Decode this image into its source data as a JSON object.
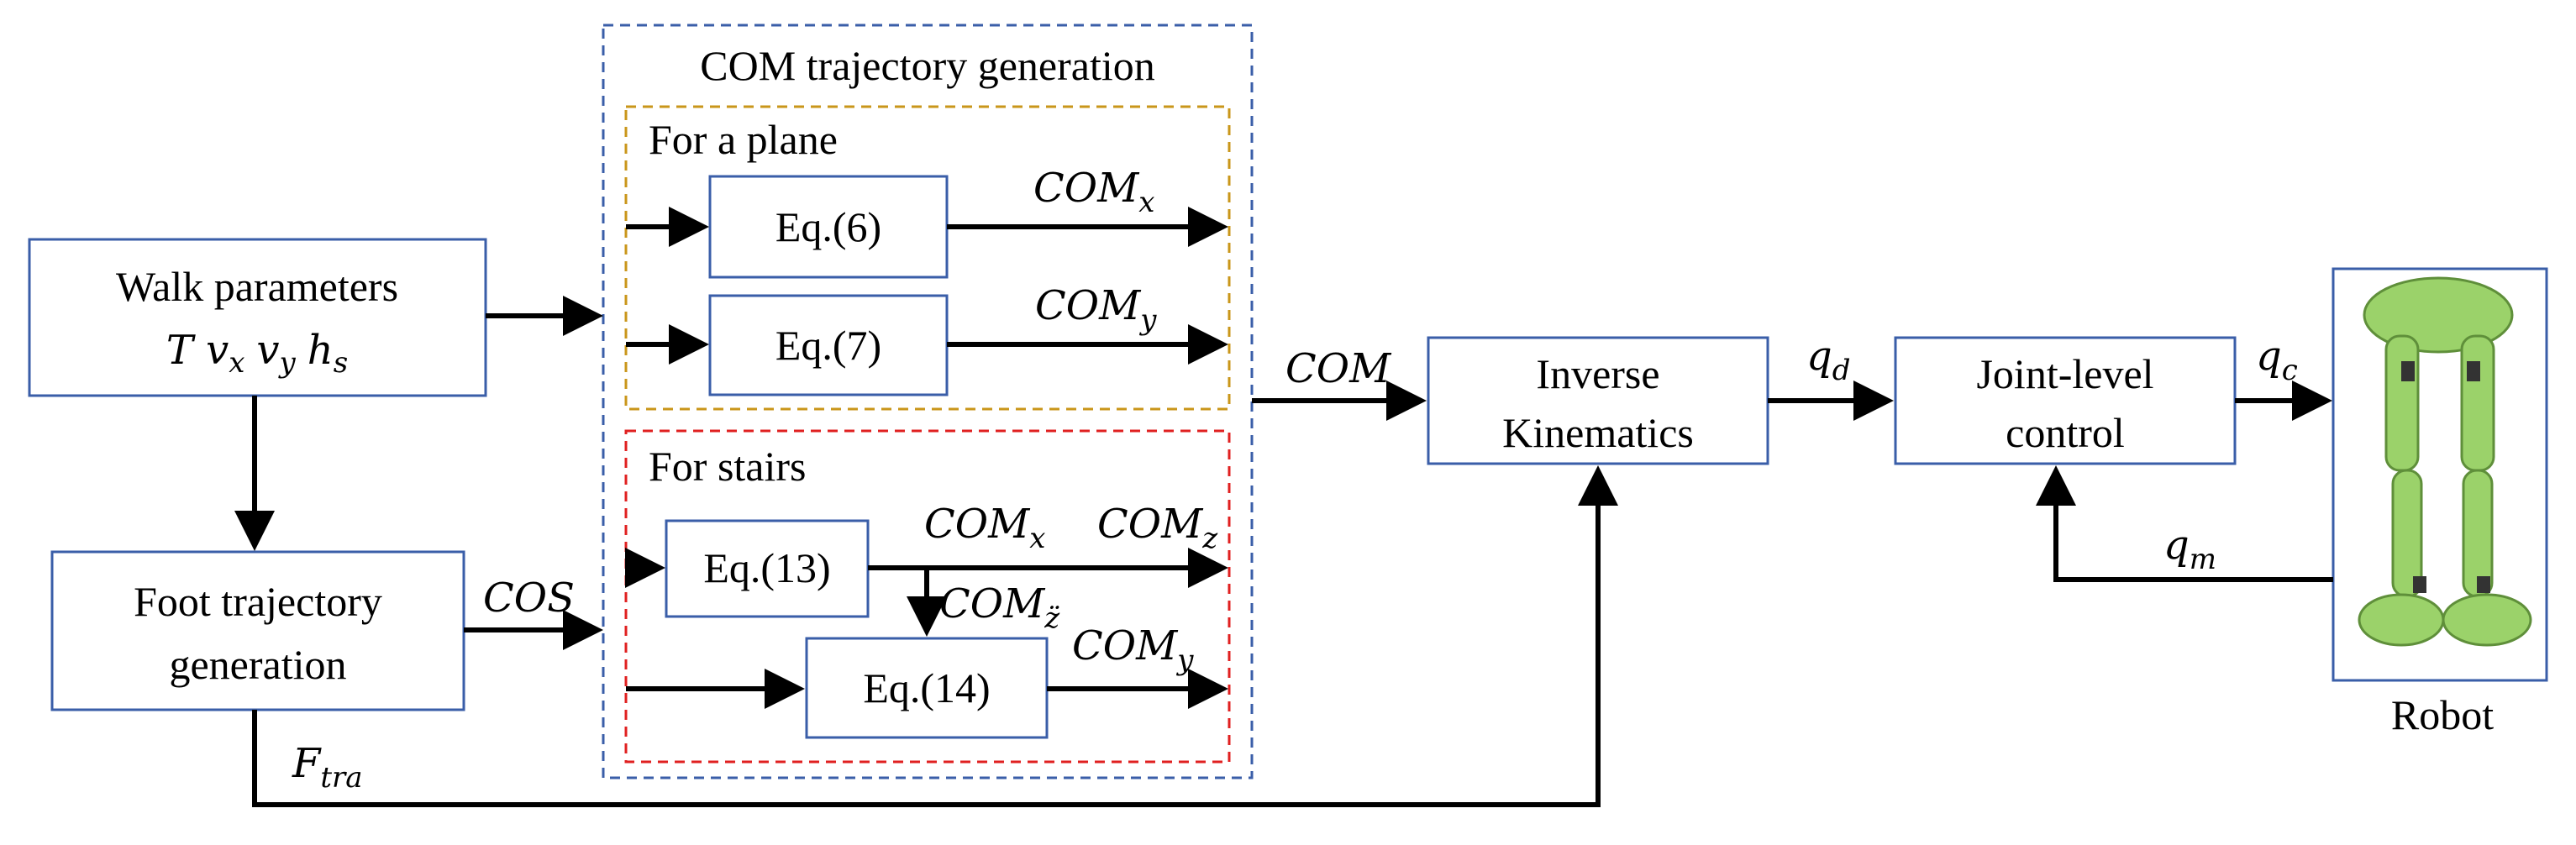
{
  "blocks": {
    "walk": {
      "line1": "Walk parameters",
      "line2": "T v",
      "vx_sub": "x",
      "vy": "v",
      "vy_sub": "y",
      "hs": "h",
      "hs_sub": "s"
    },
    "foot": {
      "line1": "Foot trajectory",
      "line2": "generation"
    },
    "com_group": {
      "title": "COM trajectory generation"
    },
    "plane_group": {
      "title": "For a plane"
    },
    "stairs_group": {
      "title": "For stairs"
    },
    "eq6": "Eq.(6)",
    "eq7": "Eq.(7)",
    "eq13": "Eq.(13)",
    "eq14": "Eq.(14)",
    "ik": {
      "line1": "Inverse",
      "line2": "Kinematics"
    },
    "joint": {
      "line1": "Joint-level",
      "line2": "control"
    },
    "robot_label": "Robot"
  },
  "signals": {
    "com_x": {
      "base": "COM",
      "sub": "x"
    },
    "com_y": {
      "base": "COM",
      "sub": "y"
    },
    "com_z": {
      "base": "COM",
      "sub": "z"
    },
    "com_zdd": {
      "base": "COM",
      "sub": "z̈"
    },
    "com": "COM",
    "cos": "COS",
    "f_tra": {
      "base": "F",
      "sub": "tra"
    },
    "q_d": {
      "base": "q",
      "sub": "d"
    },
    "q_c": {
      "base": "q",
      "sub": "c"
    },
    "q_m": {
      "base": "q",
      "sub": "m"
    }
  },
  "colors": {
    "block_border": "#3a5ea8",
    "com_group_border": "#3a5ea8",
    "plane_group_border": "#c9961a",
    "stairs_group_border": "#e02020",
    "robot_body": "#9bd26a",
    "arrow": "#000000"
  }
}
